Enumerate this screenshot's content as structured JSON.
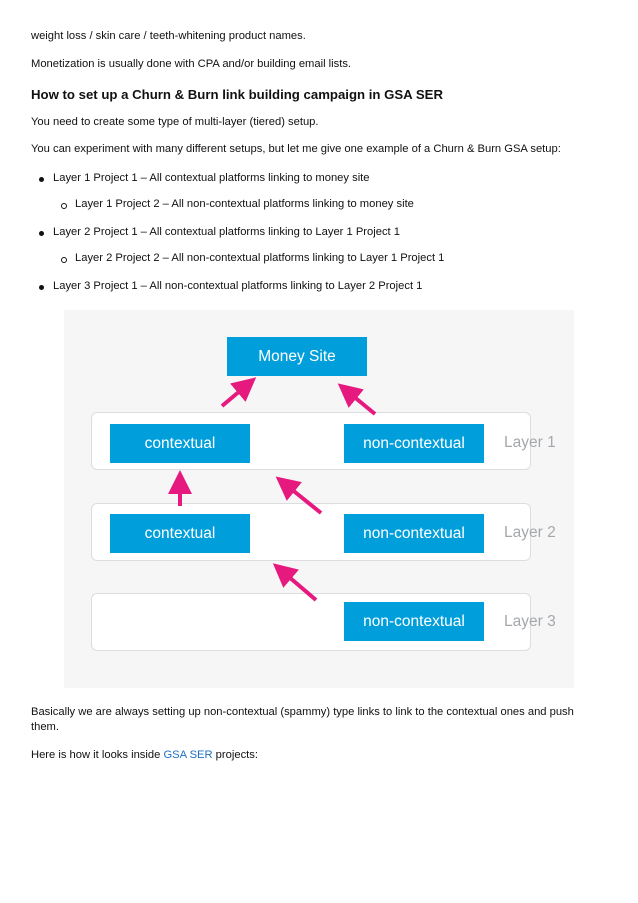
{
  "paragraphs": {
    "intro_tail": "weight loss / skin care / teeth-whitening product names.",
    "monetization": "Monetization is usually done with CPA and/or building email lists.",
    "heading": "How to set up a Churn & Burn link building campaign in GSA SER",
    "need": "You need to create some type of multi-layer (tiered) setup.",
    "experiment": "You can experiment with many different setups, but let me give one example of a Churn & Burn GSA setup:"
  },
  "bullets": [
    {
      "text": "Layer 1 Project 1 – All contextual platforms linking to money site",
      "level": 1
    },
    {
      "text": "Layer 1 Project 2 – All non-contextual platforms linking to money site",
      "level": 2
    },
    {
      "text": "Layer 2 Project 1 – All contextual platforms linking to Layer 1 Project 1",
      "level": 1
    },
    {
      "text": "Layer 2 Project 2 – All non-contextual platforms linking to Layer 1 Project 1",
      "level": 2
    },
    {
      "text": "Layer 3 Project 1 – All non-contextual platforms linking to Layer 2 Project 1",
      "level": 1
    }
  ],
  "diagram": {
    "money_site": "Money Site",
    "contextual": "contextual",
    "non_contextual": "non-contextual",
    "layer1": "Layer 1",
    "layer2": "Layer 2",
    "layer3": "Layer 3",
    "colors": {
      "box": "#009fdc",
      "arrow": "#e6197e",
      "label": "#a4a8ad"
    }
  },
  "closing": {
    "basically": "Basically we are always setting up non-contextual (spammy) type links to link to the contextual ones and push them.",
    "here_prefix": "Here is how it looks inside ",
    "gsa_link": "GSA SER",
    "here_suffix": " projects:"
  }
}
